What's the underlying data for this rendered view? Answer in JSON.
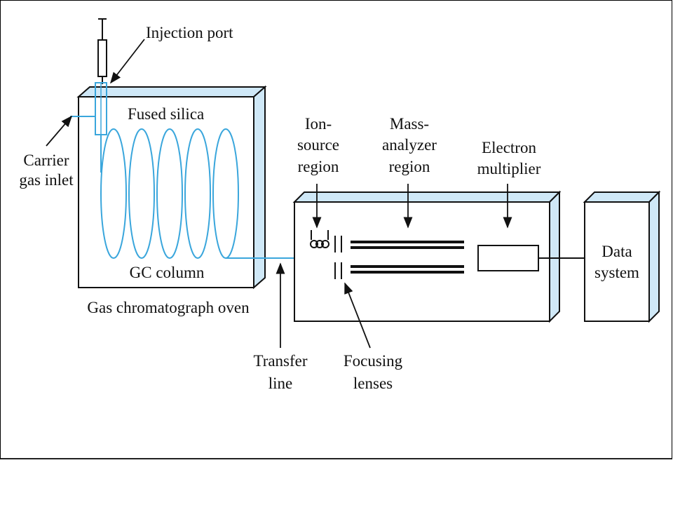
{
  "diagram": {
    "labels": {
      "injection_port": "Injection port",
      "fused_silica": "Fused silica",
      "carrier_1": "Carrier",
      "carrier_2": "gas inlet",
      "gc_column": "GC column",
      "oven": "Gas chromatograph oven",
      "ion_1": "Ion-",
      "ion_2": "source",
      "ion_3": "region",
      "mass_1": "Mass-",
      "mass_2": "analyzer",
      "mass_3": "region",
      "em_1": "Electron",
      "em_2": "multiplier",
      "data_1": "Data",
      "data_2": "system",
      "transfer_1": "Transfer",
      "transfer_2": "line",
      "focus_1": "Focusing",
      "focus_2": "lenses"
    },
    "colors": {
      "tubing": "#3aa6dc",
      "box_side": "#cfe8f7",
      "ink": "#111111"
    }
  }
}
